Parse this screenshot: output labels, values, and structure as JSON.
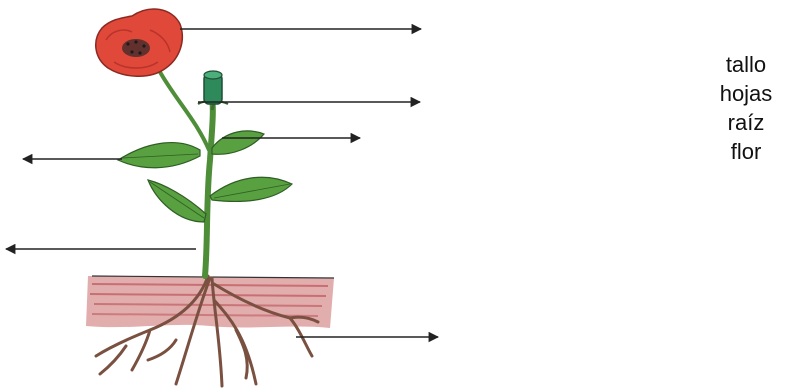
{
  "word_bank": {
    "words": [
      "tallo",
      "hojas",
      "raíz",
      "flor"
    ]
  },
  "illustration": {
    "subject": "plant with red poppy flower, green bud, leaves, stem and roots in soil",
    "petal_color": "#e0493a",
    "leaf_color": "#58a040",
    "stem_color": "#4f8e38",
    "soil_color": "#b0323a",
    "root_color": "#7a5040",
    "arrow_color": "#222222"
  }
}
